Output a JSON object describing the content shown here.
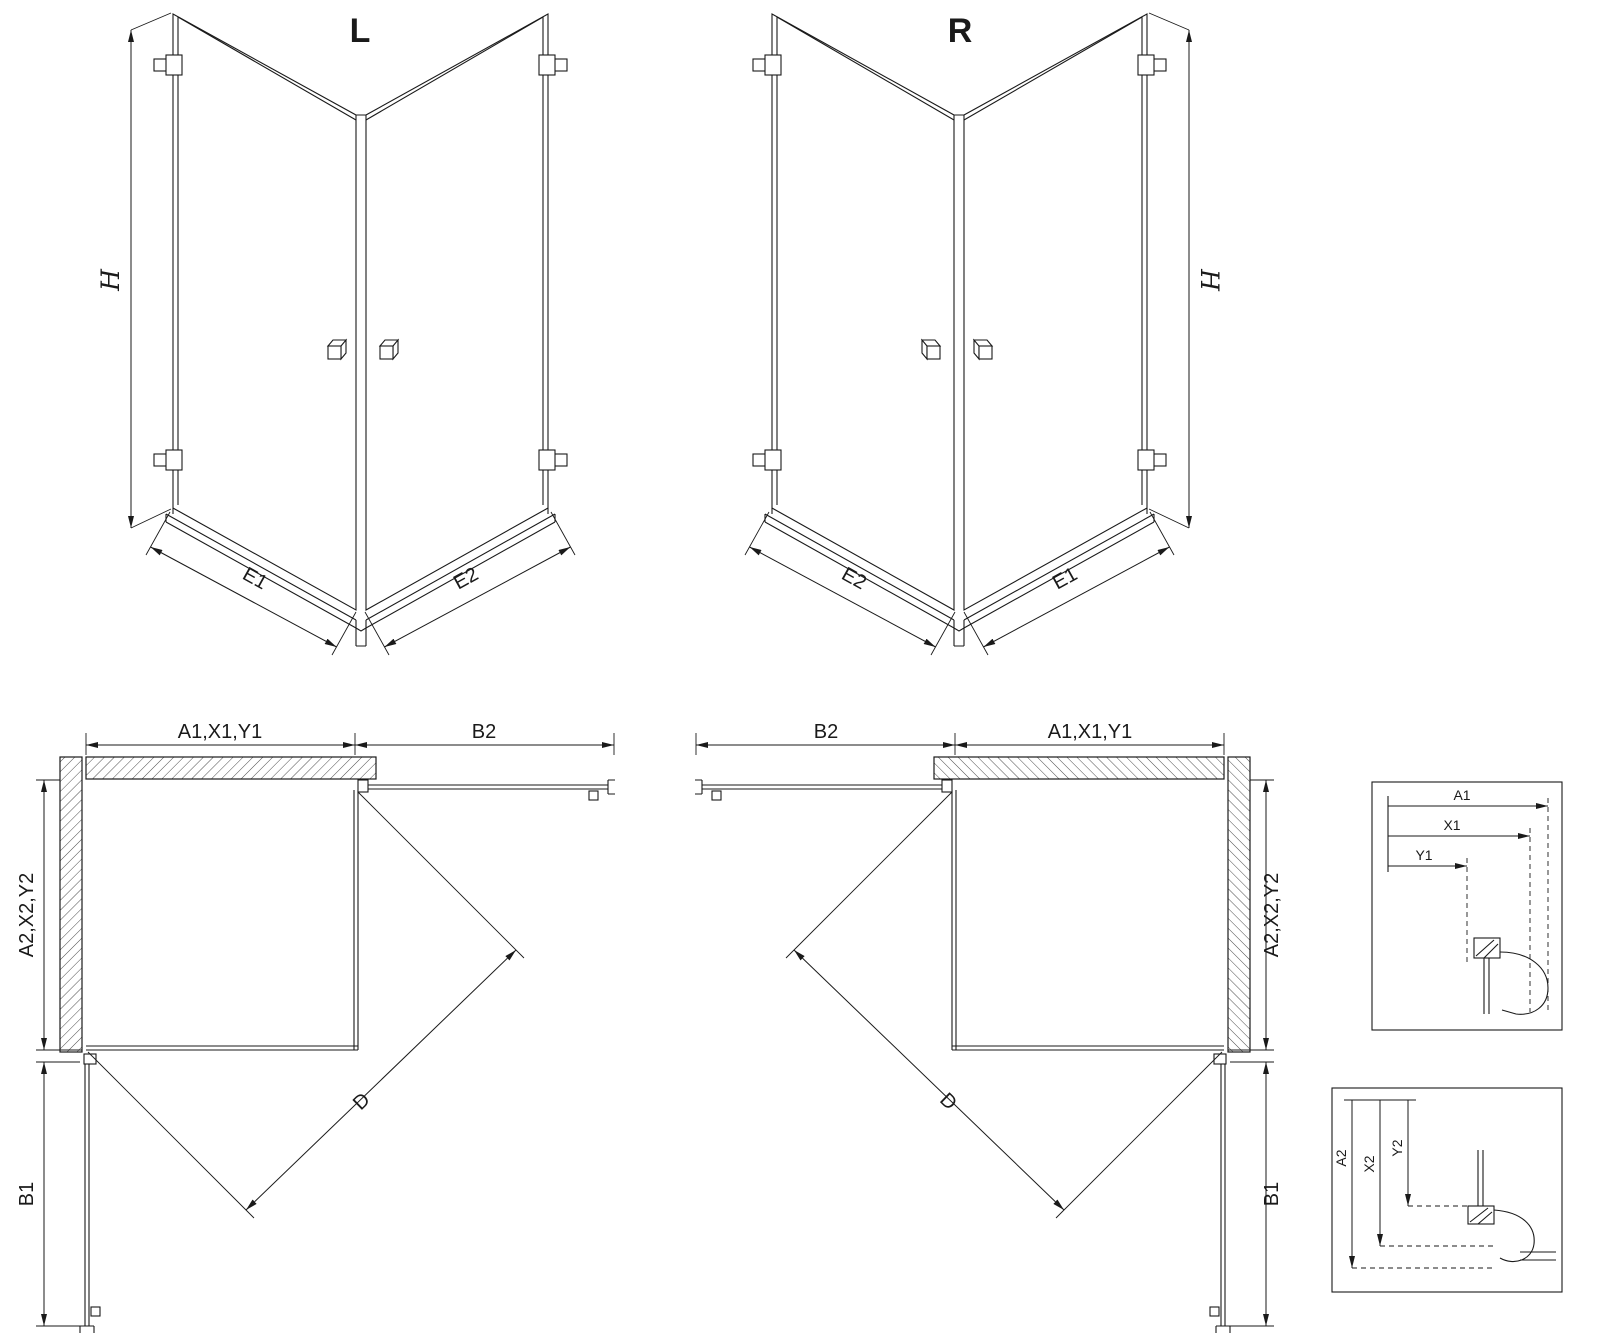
{
  "colors": {
    "line": "#1a1a1a",
    "background": "#ffffff"
  },
  "perspective_left": {
    "label": "L",
    "height_dim": "H",
    "bottom_left_dim": "E1",
    "bottom_right_dim": "E2"
  },
  "perspective_right": {
    "label": "R",
    "height_dim": "H",
    "bottom_left_dim": "E2",
    "bottom_right_dim": "E1"
  },
  "plan_left": {
    "top_left_dim": "A1,X1,Y1",
    "top_right_dim": "B2",
    "side_upper_dim": "A2,X2,Y2",
    "side_lower_dim": "B1",
    "diagonal_dim": "D"
  },
  "plan_right": {
    "top_left_dim": "B2",
    "top_right_dim": "A1,X1,Y1",
    "side_upper_dim": "A2,X2,Y2",
    "side_lower_dim": "B1",
    "diagonal_dim": "D"
  },
  "detail_top": {
    "dim1": "A1",
    "dim2": "X1",
    "dim3": "Y1"
  },
  "detail_bottom": {
    "dim1": "A2",
    "dim2": "X2",
    "dim3": "Y2"
  }
}
